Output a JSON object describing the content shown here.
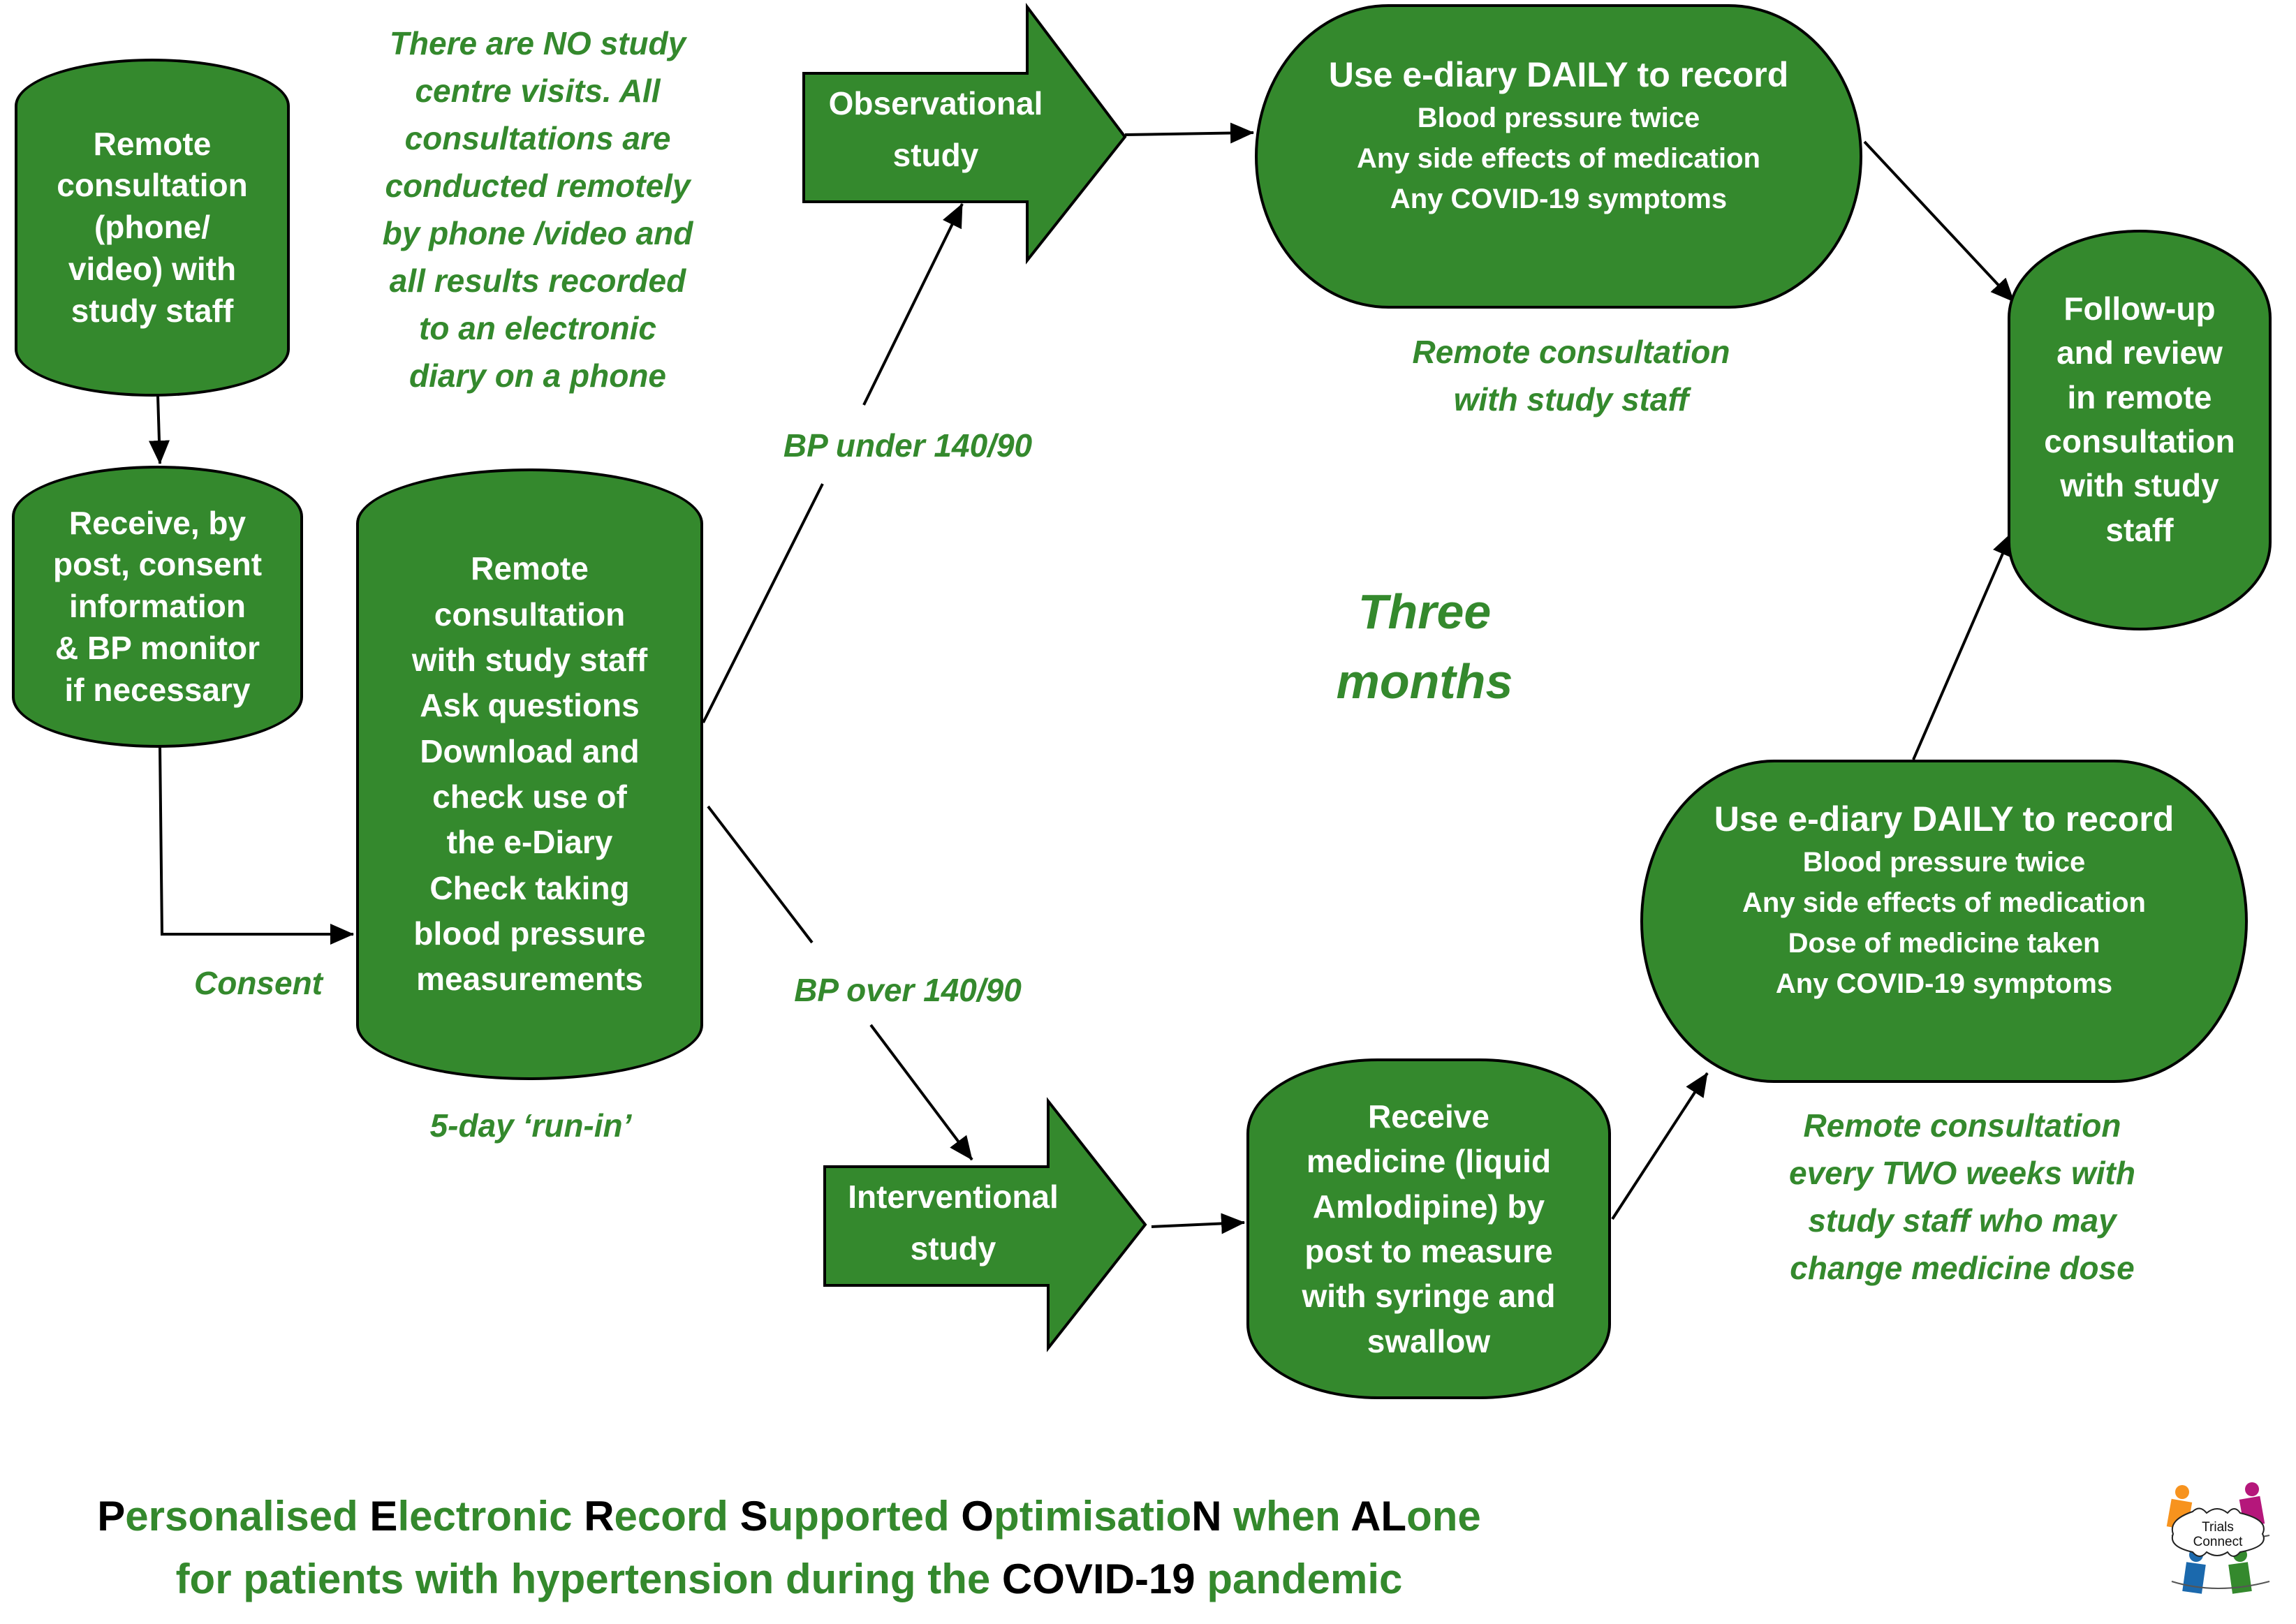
{
  "colors": {
    "node_fill": "#34892d",
    "node_border": "#000000",
    "note_text": "#34892d",
    "title_green": "#34892d",
    "title_black": "#000000"
  },
  "nodes": {
    "initial_consult": {
      "lines": [
        "Remote",
        "consultation",
        "(phone/",
        "video) with",
        "study staff"
      ]
    },
    "receive_post": {
      "lines": [
        "Receive, by",
        "post, consent",
        "information",
        "& BP monitor",
        "if necessary"
      ]
    },
    "run_in": {
      "lines": [
        "Remote",
        "consultation",
        "with study staff",
        "Ask questions",
        "Download and",
        "check use of",
        "the e-Diary",
        "Check taking",
        "blood pressure",
        "measurements"
      ]
    },
    "observational_arrow": {
      "lines": [
        "Observational",
        "study"
      ]
    },
    "observational_diary": {
      "heading": "Use e-diary DAILY to record",
      "items": [
        "Blood pressure twice",
        "Any side effects of medication",
        "Any COVID-19 symptoms"
      ]
    },
    "follow_up": {
      "lines": [
        "Follow-up",
        "and review",
        "in remote",
        "consultation",
        "with study",
        "staff"
      ]
    },
    "interventional_arrow": {
      "lines": [
        "Interventional",
        "study"
      ]
    },
    "receive_medicine": {
      "lines": [
        "Receive",
        "medicine (liquid",
        "Amlodipine) by",
        "post  to measure",
        "with syringe and",
        "swallow"
      ]
    },
    "interventional_diary": {
      "heading": "Use e-diary DAILY to record",
      "items": [
        "Blood pressure twice",
        "Any side effects of medication",
        "Dose of medicine taken",
        "Any COVID-19 symptoms"
      ]
    }
  },
  "notes": {
    "no_visits": [
      "There are NO study",
      "centre visits. All",
      "consultations are",
      "conducted remotely",
      "by phone /video and",
      "all results recorded",
      "to an electronic",
      "diary on a phone"
    ],
    "consent": "Consent",
    "run_in_label": "5-day ‘run-in’",
    "bp_under": "BP under 140/90",
    "bp_over": "BP over 140/90",
    "obs_consult": [
      "Remote consultation",
      "with study staff"
    ],
    "three_months": [
      "Three",
      "months"
    ],
    "int_consult": [
      "Remote consultation",
      "every TWO weeks with",
      "study staff  who may",
      "change medicine dose"
    ]
  },
  "title": {
    "line1": [
      {
        "text": "P",
        "accent": true
      },
      {
        "text": "ersonalised ",
        "accent": false
      },
      {
        "text": "E",
        "accent": true
      },
      {
        "text": "lectronic ",
        "accent": false
      },
      {
        "text": "R",
        "accent": true
      },
      {
        "text": "ecord ",
        "accent": false
      },
      {
        "text": "S",
        "accent": true
      },
      {
        "text": "upported ",
        "accent": false
      },
      {
        "text": "O",
        "accent": true
      },
      {
        "text": "ptimisatio",
        "accent": false
      },
      {
        "text": "N",
        "accent": true
      },
      {
        "text": " when ",
        "accent": false
      },
      {
        "text": "AL",
        "accent": true
      },
      {
        "text": "one",
        "accent": false
      }
    ],
    "line2": [
      {
        "text": "for patients with hypertension during the ",
        "accent": false
      },
      {
        "text": "COVID-19",
        "accent": true
      },
      {
        "text": " pandemic",
        "accent": false
      }
    ]
  },
  "logo": {
    "text_line1": "Trials",
    "text_line2": "Connect",
    "figure_colors": [
      "#f7931e",
      "#b5177b",
      "#1b69ad",
      "#34892d"
    ]
  }
}
